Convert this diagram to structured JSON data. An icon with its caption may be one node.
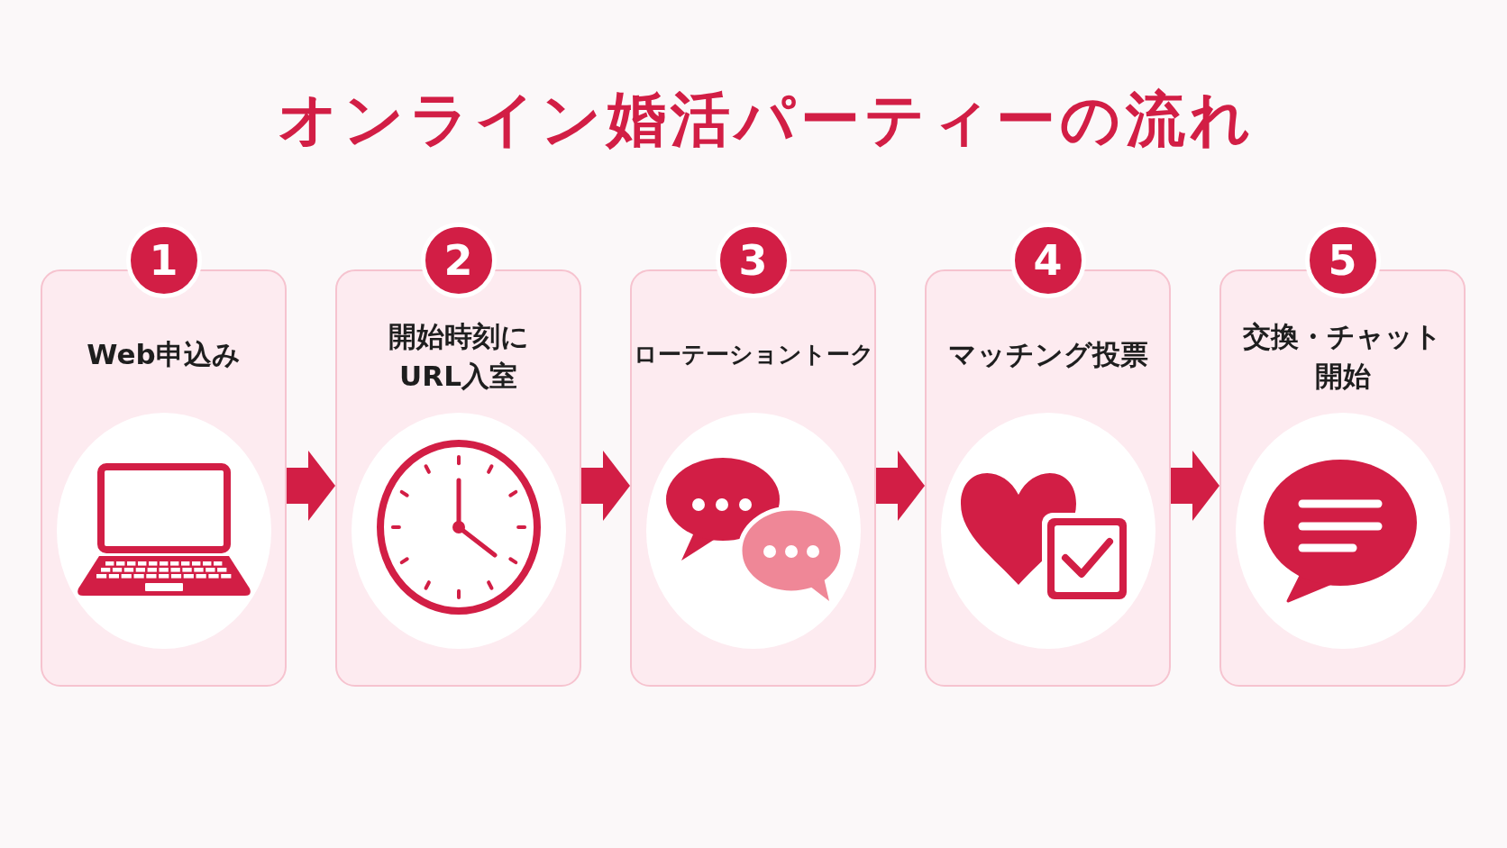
{
  "diagram": {
    "title": "オンライン婚活パーティーの流れ",
    "nodes": [
      {
        "text": [
          "1"
        ]
      },
      {
        "text": [
          "Web申込み"
        ]
      },
      {
        "text": [
          "2"
        ]
      },
      {
        "text": [
          "開始時刻にURL入室"
        ]
      },
      {
        "text": [
          "3"
        ]
      },
      {
        "text": [
          "ローテーショントーク"
        ]
      },
      {
        "text": [
          "4"
        ]
      },
      {
        "text": [
          "マッチング投票"
        ]
      },
      {
        "text": [
          "5"
        ]
      },
      {
        "text": [
          "交換・チャット開始"
        ]
      }
    ],
    "edges": [
      {
        "from": 1,
        "to": 3,
        "arrow": "to"
      },
      {
        "from": 3,
        "to": 5,
        "arrow": "to"
      },
      {
        "from": 5,
        "to": 7,
        "arrow": "to"
      },
      {
        "from": 7,
        "to": 9,
        "arrow": "to"
      }
    ]
  }
}
